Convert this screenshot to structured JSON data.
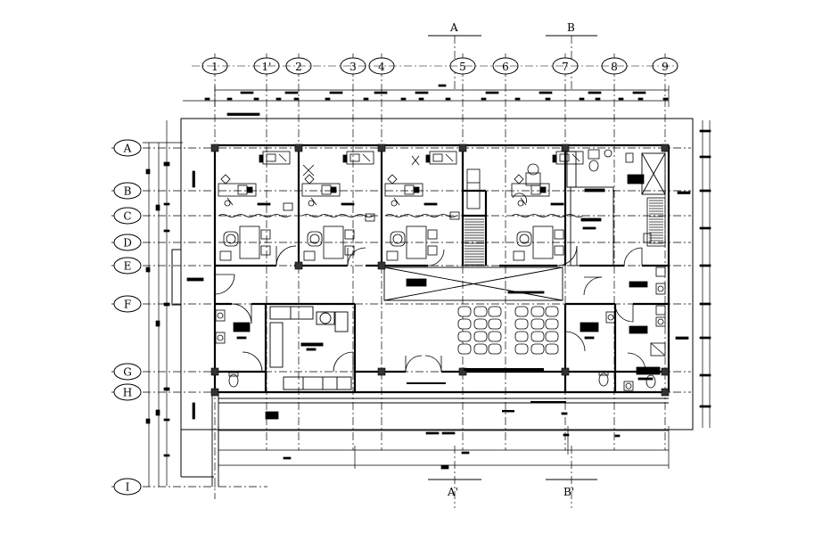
{
  "column_grid": [
    {
      "key": "c1",
      "label": "1"
    },
    {
      "key": "c1p",
      "label": "1'"
    },
    {
      "key": "c2",
      "label": "2"
    },
    {
      "key": "c3",
      "label": "3"
    },
    {
      "key": "c4",
      "label": "4"
    },
    {
      "key": "c5",
      "label": "5"
    },
    {
      "key": "c6",
      "label": "6"
    },
    {
      "key": "c7",
      "label": "7"
    },
    {
      "key": "c8",
      "label": "8"
    },
    {
      "key": "c9",
      "label": "9"
    }
  ],
  "row_grid": [
    {
      "key": "rA",
      "label": "A"
    },
    {
      "key": "rB",
      "label": "B"
    },
    {
      "key": "rC",
      "label": "C"
    },
    {
      "key": "rD",
      "label": "D"
    },
    {
      "key": "rE",
      "label": "E"
    },
    {
      "key": "rF",
      "label": "F"
    },
    {
      "key": "rG",
      "label": "G"
    },
    {
      "key": "rH",
      "label": "H"
    },
    {
      "key": "rI",
      "label": "I"
    }
  ],
  "section_marks": {
    "a_top": "A",
    "b_top": "B",
    "a_bottom": "A'",
    "b_bottom": "B'"
  },
  "colors": {
    "line": "#000000",
    "background": "#ffffff"
  }
}
